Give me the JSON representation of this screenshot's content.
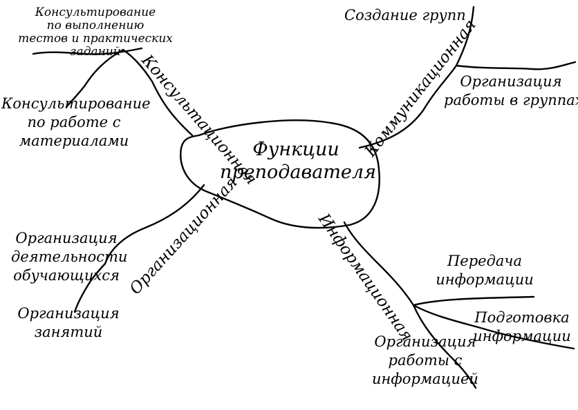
{
  "center": {
    "line1": "Функции",
    "line2": "преподавателя"
  },
  "branches": {
    "consult": "Консультационная",
    "comm": "Коммуникационная",
    "org": "Организационная",
    "info": "Информационная"
  },
  "leaves": {
    "consult_tests": [
      "Консультирование",
      "по выполнению",
      "тестов и практических",
      "заданий"
    ],
    "consult_materials": [
      "Консультирование",
      "по работе с",
      "материалами"
    ],
    "comm_groups": [
      "Создание групп"
    ],
    "comm_work": [
      "Организация",
      "работы в группах"
    ],
    "org_activity": [
      "Организация",
      "деятельности",
      "обучающихся"
    ],
    "org_classes": [
      "Организация",
      "занятий"
    ],
    "info_transfer": [
      "Передача",
      "информации"
    ],
    "info_prep": [
      "Подготовка",
      "информации"
    ],
    "info_work": [
      "Организация",
      "работы с",
      "информацией"
    ]
  },
  "colors": {
    "ink": "#000000",
    "background": "#ffffff"
  }
}
